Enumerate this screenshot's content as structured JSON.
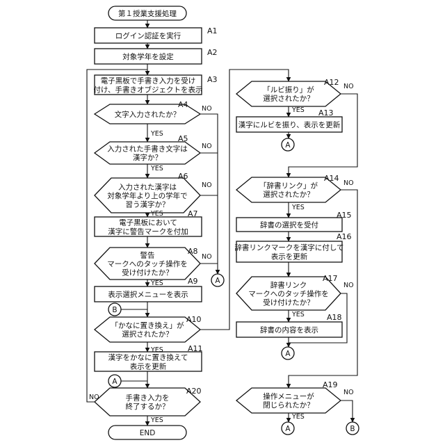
{
  "nodes": {
    "start": {
      "lines": [
        "第１授業支援処理"
      ]
    },
    "A1": {
      "tag": "A1",
      "lines": [
        "ログイン認証を実行"
      ]
    },
    "A2": {
      "tag": "A2",
      "lines": [
        "対象学年を設定"
      ]
    },
    "A3": {
      "tag": "A3",
      "lines": [
        "電子黒板で手書き入力を受け",
        "付け、手書きオブジェクトを表示"
      ]
    },
    "A4": {
      "tag": "A4",
      "lines": [
        "文字入力されたか？"
      ]
    },
    "A5": {
      "tag": "A5",
      "lines": [
        "入力された手書き文字は",
        "漢字か？"
      ]
    },
    "A6": {
      "tag": "A6",
      "lines": [
        "入力された漢字は",
        "対象学年より上の学年で",
        "習う漢字か？"
      ]
    },
    "A7": {
      "tag": "A7",
      "lines": [
        "電子黒板において",
        "漢字に警告マークを付加"
      ]
    },
    "A8": {
      "tag": "A8",
      "lines": [
        "警告",
        "マークへのタッチ操作を",
        "受け付けたか？"
      ]
    },
    "A9": {
      "tag": "A9",
      "lines": [
        "表示選択メニューを表示"
      ]
    },
    "A10": {
      "tag": "A10",
      "lines": [
        "「かなに置き換え」が",
        "選択されたか？"
      ]
    },
    "A11": {
      "tag": "A11",
      "lines": [
        "漢字をかなに置き換えて",
        "表示を更新"
      ]
    },
    "A20": {
      "tag": "A20",
      "lines": [
        "手書き入力を",
        "終了するか？"
      ]
    },
    "end": {
      "lines": [
        "END"
      ]
    },
    "A12": {
      "tag": "A12",
      "lines": [
        "「ルビ振り」が",
        "選択されたか？"
      ]
    },
    "A13": {
      "tag": "A13",
      "lines": [
        "漢字にルビを振り、表示を更新"
      ]
    },
    "A14": {
      "tag": "A14",
      "lines": [
        "「辞書リンク」が",
        "選択されたか？"
      ]
    },
    "A15": {
      "tag": "A15",
      "lines": [
        "辞書の選択を受付"
      ]
    },
    "A16": {
      "tag": "A16",
      "lines": [
        "辞書リンクマークを漢字に付して",
        "表示を更新"
      ]
    },
    "A17": {
      "tag": "A17",
      "lines": [
        "辞書リンク",
        "マークへのタッチ操作を",
        "受け付けたか？"
      ]
    },
    "A18": {
      "tag": "A18",
      "lines": [
        "辞書の内容を表示"
      ]
    },
    "A19": {
      "tag": "A19",
      "lines": [
        "操作メニューが",
        "閉じられたか？"
      ]
    }
  },
  "connectors": {
    "A": "A",
    "B": "B"
  },
  "branch_labels": {
    "yes": "YES",
    "no": "NO"
  }
}
